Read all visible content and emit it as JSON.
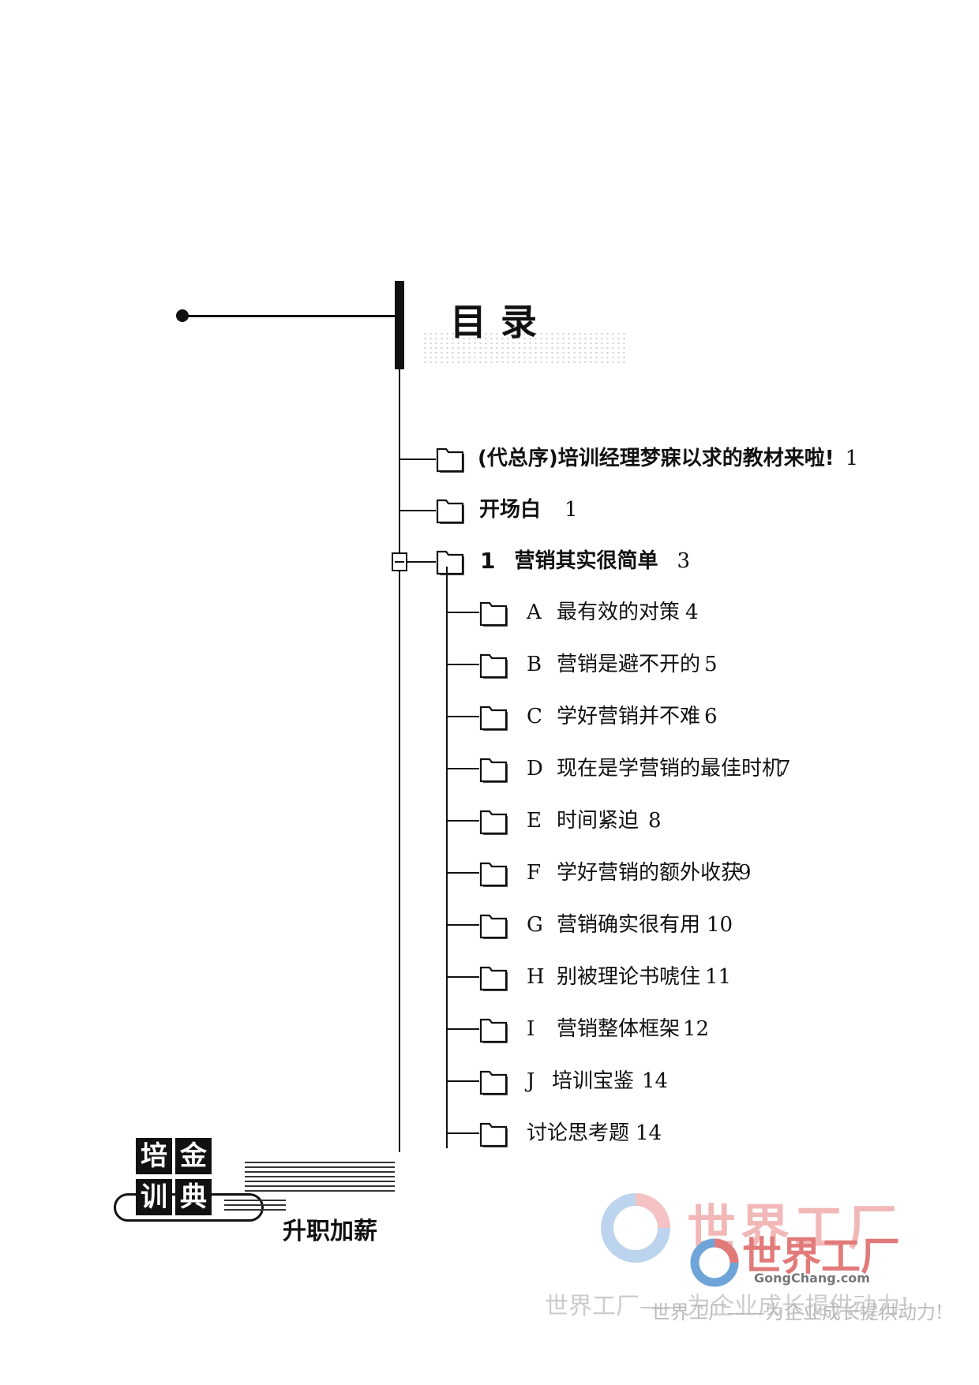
{
  "header": {
    "title": "目录"
  },
  "toc": {
    "items": [
      {
        "label": "(代总序)培训经理梦寐以求的教材来啦!",
        "page": "1"
      },
      {
        "label": "开场白",
        "page": "1"
      },
      {
        "number": "1",
        "label": "营销其实很简单",
        "page": "3"
      }
    ],
    "subitems": [
      {
        "letter": "A",
        "label": "最有效的对策",
        "page": "4"
      },
      {
        "letter": "B",
        "label": "营销是避不开的",
        "page": "5"
      },
      {
        "letter": "C",
        "label": "学好营销并不难",
        "page": "6"
      },
      {
        "letter": "D",
        "label": "现在是学营销的最佳时机",
        "page": "7"
      },
      {
        "letter": "E",
        "label": "时间紧迫",
        "page": "8"
      },
      {
        "letter": "F",
        "label": "学好营销的额外收获",
        "page": "9"
      },
      {
        "letter": "G",
        "label": "营销确实很有用",
        "page": "10"
      },
      {
        "letter": "H",
        "label": "别被理论书唬住",
        "page": "11"
      },
      {
        "letter": "I",
        "label": "营销整体框架",
        "page": "12"
      },
      {
        "letter": "J",
        "label": "培训宝鉴",
        "page": "14"
      },
      {
        "letter": "",
        "label": "讨论思考题",
        "page": "14"
      }
    ]
  },
  "logo": {
    "chars": [
      "培",
      "金",
      "训",
      "典"
    ],
    "series": "升职加薪"
  },
  "watermark": {
    "brand": "世界工厂",
    "url": "GongChang.com",
    "slogan": "世界工厂——为企业成长提供动力!",
    "colors": {
      "red": "#e27a7a",
      "blue": "#6fa4d8"
    }
  }
}
